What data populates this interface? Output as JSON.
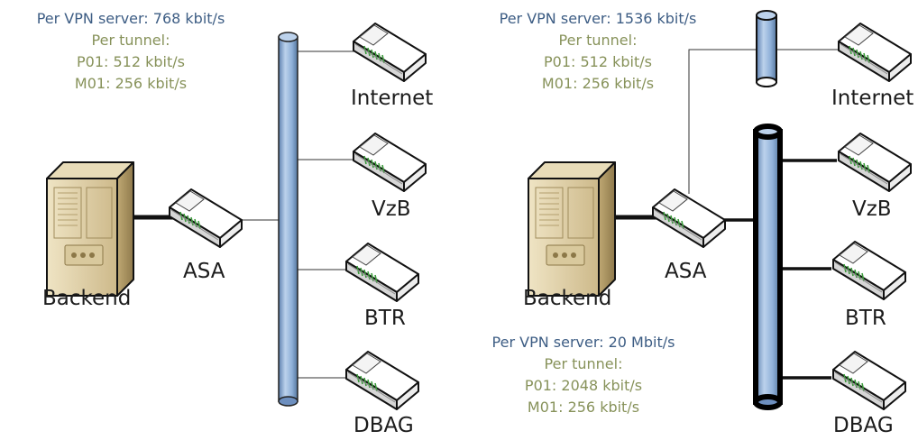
{
  "left": {
    "labels": {
      "internet": "Internet",
      "vzb": "VzB",
      "btr": "BTR",
      "dbag": "DBAG",
      "asa": "ASA",
      "backend": "Backend"
    },
    "note": {
      "server": "Per VPN server: 768 kbit/s",
      "tunnel": "Per tunnel:",
      "p01": "P01: 512 kbit/s",
      "m01": "M01: 256 kbit/s"
    }
  },
  "right": {
    "labels": {
      "internet": "Internet",
      "vzb": "VzB",
      "btr": "BTR",
      "dbag": "DBAG",
      "asa": "ASA",
      "backend": "Backend"
    },
    "note_top": {
      "server": "Per VPN server: 1536 kbit/s",
      "tunnel": "Per tunnel:",
      "p01": "P01: 512 kbit/s",
      "m01": "M01: 256 kbit/s"
    },
    "note_bottom": {
      "server": "Per VPN server: 20 Mbit/s",
      "tunnel": "Per tunnel:",
      "p01": "P01: 2048 kbit/s",
      "m01": "M01: 256 kbit/s"
    }
  },
  "colors": {
    "note_server": "#3d5d84",
    "note_tunnel": "#87925a",
    "bus_fill": "#8fb0d8",
    "router_accent": "#3a9a3a"
  },
  "icons": {
    "router": "router-icon",
    "server": "server-icon",
    "bus": "network-bus-cylinder"
  }
}
